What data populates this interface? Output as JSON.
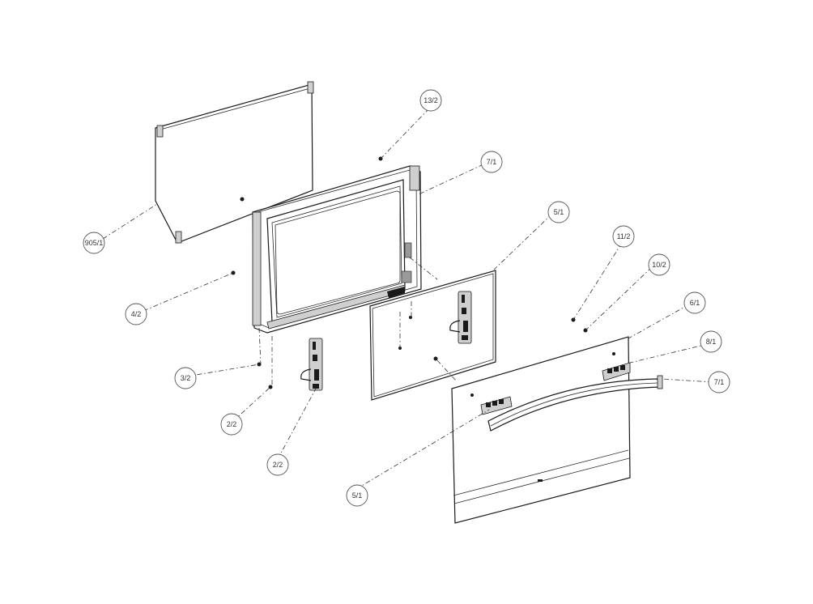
{
  "callouts": {
    "rear_glass": "905/1",
    "top_screw_inner": "13/2",
    "inner_frame": "7/1",
    "inner_glass": "5/1",
    "screw_4": "4/2",
    "screw_3": "3/2",
    "screw_2a": "2/2",
    "hinge_2b": "2/2",
    "screw_11": "11/2",
    "screw_10": "10/2",
    "outer_door": "6/1",
    "vent_right": "8/1",
    "handle": "7/1",
    "vent_left": "5/1"
  }
}
